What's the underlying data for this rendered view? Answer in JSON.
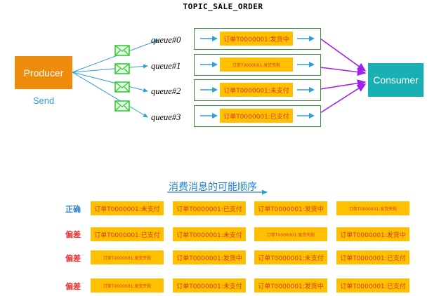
{
  "title": "TOPIC_SALE_ORDER",
  "producer": {
    "label": "Producer",
    "action": "Send"
  },
  "consumer": {
    "label": "Consumer"
  },
  "queues": [
    {
      "name": "queue#0",
      "message": "订单T0000001:发货中",
      "small": false
    },
    {
      "name": "queue#1",
      "message": "订单T0000001:发货失败",
      "small": true
    },
    {
      "name": "queue#2",
      "message": "订单T0000001:未支付",
      "small": false
    },
    {
      "name": "queue#3",
      "message": "订单T0000001:已支付",
      "small": false
    }
  ],
  "orders_section": {
    "title": "消费消息的可能顺序",
    "rows": [
      {
        "label": "正确",
        "color": "#2e7dd6",
        "cells": [
          "订单T0000001:未支付",
          "订单T0000001:已支付",
          "订单T0000001:发货中",
          "订单T0000001:发货失败"
        ],
        "small": [
          false,
          false,
          false,
          true
        ]
      },
      {
        "label": "偏差",
        "color": "#e53232",
        "cells": [
          "订单T0000001:已支付",
          "订单T0000001:未支付",
          "订单T0000001:发货失败",
          "订单T0000001:发货中"
        ],
        "small": [
          false,
          false,
          true,
          false
        ]
      },
      {
        "label": "偏差",
        "color": "#e53232",
        "cells": [
          "订单T0000001:发货失败",
          "订单T0000001:发货中",
          "订单T0000001:未支付",
          "订单T0000001:已支付"
        ],
        "small": [
          true,
          false,
          false,
          false
        ]
      },
      {
        "label": "偏差",
        "color": "#e53232",
        "cells": [
          "订单T0000001:发货失败",
          "订单T0000001:未支付",
          "订单T0000001:发货中",
          "订单T0000001:已支付"
        ],
        "small": [
          true,
          false,
          false,
          false
        ]
      }
    ]
  },
  "colors": {
    "producer": "#ef8c0c",
    "consumer": "#19b0b3",
    "message_bg": "#fec000",
    "message_text": "#d83a20",
    "send_arrow": "#2e9fd6",
    "consume_arrow": "#a020f0",
    "envelope": "#2fd12f",
    "queue_border": "#3c8f3c"
  }
}
